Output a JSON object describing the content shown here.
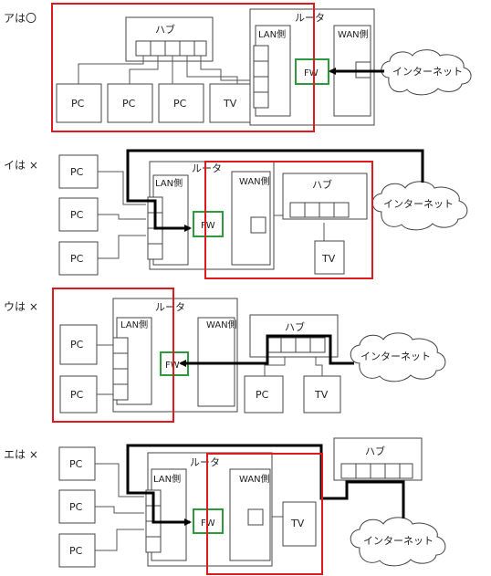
{
  "colors": {
    "highlight": "#e0191f",
    "firewall": "#2e9a3e",
    "wire": "#555555",
    "route": "#000000",
    "box": "#444444"
  },
  "panels": [
    {
      "id": "a",
      "verdict": "アは〇",
      "router_title": "ルータ",
      "lan_label": "LAN側",
      "wan_label": "WAN側",
      "fw_label": "FW",
      "hub_label": "ハブ",
      "internet_label": "インターネット",
      "pc_label": "PC",
      "tv_label": "TV"
    },
    {
      "id": "i",
      "verdict": "イは ×",
      "router_title": "ルータ",
      "lan_label": "LAN側",
      "wan_label": "WAN側",
      "fw_label": "FW",
      "hub_label": "ハブ",
      "internet_label": "インターネット",
      "pc_label": "PC",
      "tv_label": "TV"
    },
    {
      "id": "u",
      "verdict": "ウは ×",
      "router_title": "ルータ",
      "lan_label": "LAN側",
      "wan_label": "WAN側",
      "fw_label": "FW",
      "hub_label": "ハブ",
      "internet_label": "インターネット",
      "pc_label": "PC",
      "tv_label": "TV"
    },
    {
      "id": "e",
      "verdict": "エは ×",
      "router_title": "ルータ",
      "lan_label": "LAN側",
      "wan_label": "WAN側",
      "fw_label": "FW",
      "hub_label": "ハブ",
      "internet_label": "インターネット",
      "pc_label": "PC",
      "tv_label": "TV"
    }
  ]
}
